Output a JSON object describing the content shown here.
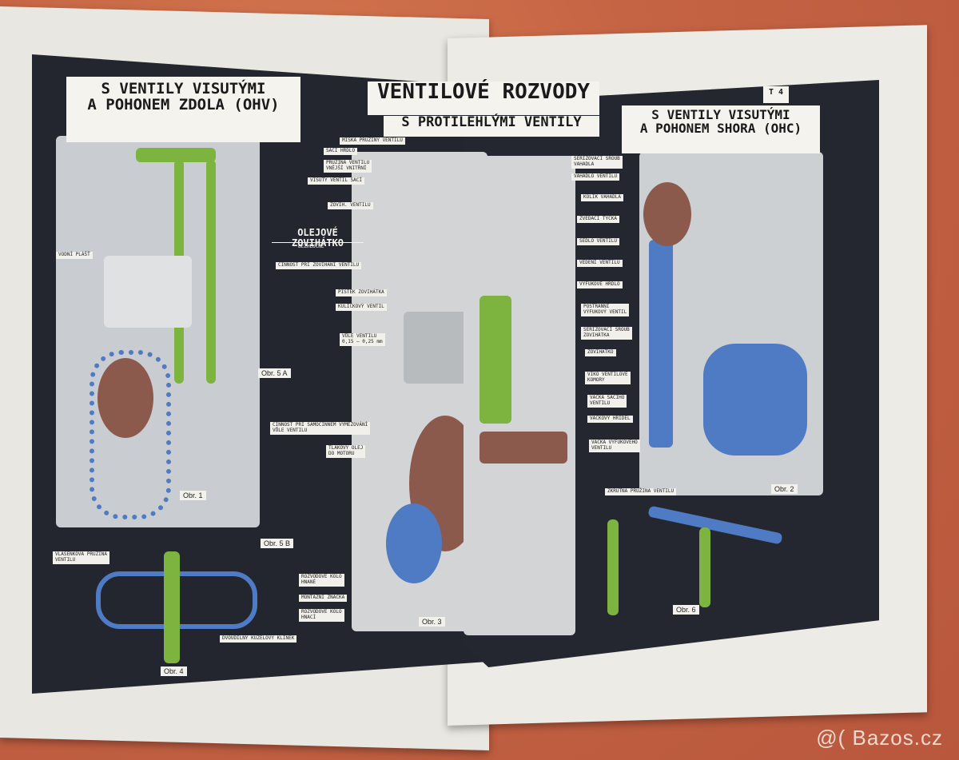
{
  "book": {
    "left_title": "S VENTILY VISUTÝMI\nA POHONEM ZDOLA (OHV)",
    "center_title_line1": "VENTILOVÉ ROZVODY",
    "center_title_line2": "S PROTILEHLÝMI VENTILY",
    "right_title": "S VENTILY VISUTÝMI\nA POHONEM SHORA (OHC)",
    "plate_number": "T 4",
    "inset_title": "OLEJOVÉ ZOVIHÁTKO",
    "inset_subtitle": "BEZHLUČNÉ",
    "figures": {
      "fig1": "Obr. 1",
      "fig2": "Obr. 2",
      "fig3": "Obr. 3",
      "fig4": "Obr. 4",
      "fig5a": "Obr. 5 A",
      "fig5b": "Obr. 5 B",
      "fig6": "Obr. 6"
    },
    "labels": {
      "vodni_plast": "VODNÍ PLÁŠŤ",
      "miska": "MISKA PRUŽINY VENTILU",
      "saci_hrdlo": "SACÍ HRDLO",
      "pruzina": "PRUŽINA VENTILU\nVNĚJŠÍ  VNITŘNÍ",
      "visuty": "VISUTÝ VENTIL SACÍ",
      "zvih": "ZOVIH. VENTILU",
      "cinnost1": "ČINNOST PŘI ZOVIHÁNÍ VENTILU",
      "pistek": "PÍSTEK ZOVIHÁTKA",
      "kulickovy": "KULIČKOVÝ VENTIL",
      "vule": "VŮLE VENTILU\n0,15 – 0,25 mm",
      "cinnost2": "ČINNOST PŘI SAMOČINNÉM VYMEZOVÁNÍ\nVŮLE VENTILU",
      "tlakovy": "TLAKOVÝ OLEJ\nDO MOTORU",
      "seridovaci": "SEŘIZOVACÍ ŠROUB\nVAHADLA",
      "vahadlo": "VAHADLO VENTILU",
      "kolik": "KOLÍK VAHADLA",
      "tycka": "ZVEDACÍ TYČKA",
      "sedlo": "SEDLO VENTILU",
      "vedeni": "VEDENÍ VENTILU",
      "vyfukove": "VÝFUKOVÉ HRDLO",
      "postranni": "POSTRANNÍ\nVÝFUKOVÝ VENTIL",
      "seridovaci2": "SEŘIZOVACÍ ŠROUB\nZOVIHÁTKA",
      "zovihatko": "ZOVIHÁTKO",
      "vika": "VÍKO VENTILOVÉ\nKOMORY",
      "vacka_saci": "VAČKA SACÍHO\nVENTILU",
      "vackovy": "VAČKOVÝ HŘÍDEL",
      "vacka_vyf": "VAČKA VÝFUKOVÉHO\nVENTILU",
      "zkrutna": "ZKRUTNÁ PRUŽINA VENTILU",
      "vlasenkova": "VLÁSENKOVÁ PRUŽINA\nVENTILU",
      "rozvod_hnane": "ROZVODOVÉ KOLO\nHNANÉ",
      "montazni": "MONTÁŽNÍ ZNAČKA",
      "rozvod_hnaci": "ROZVODOVÉ KOLO\nHNACÍ",
      "dvoudilny": "DVOUDÍLNÝ KUŽELOVÝ KLÍNEK"
    }
  },
  "watermark": "@( Bazos.cz",
  "colors": {
    "plate": "#23262f",
    "metal": "#c9ccd0",
    "green": "#7db33f",
    "blue": "#4e7bc4",
    "brown": "#8b5a4c"
  }
}
